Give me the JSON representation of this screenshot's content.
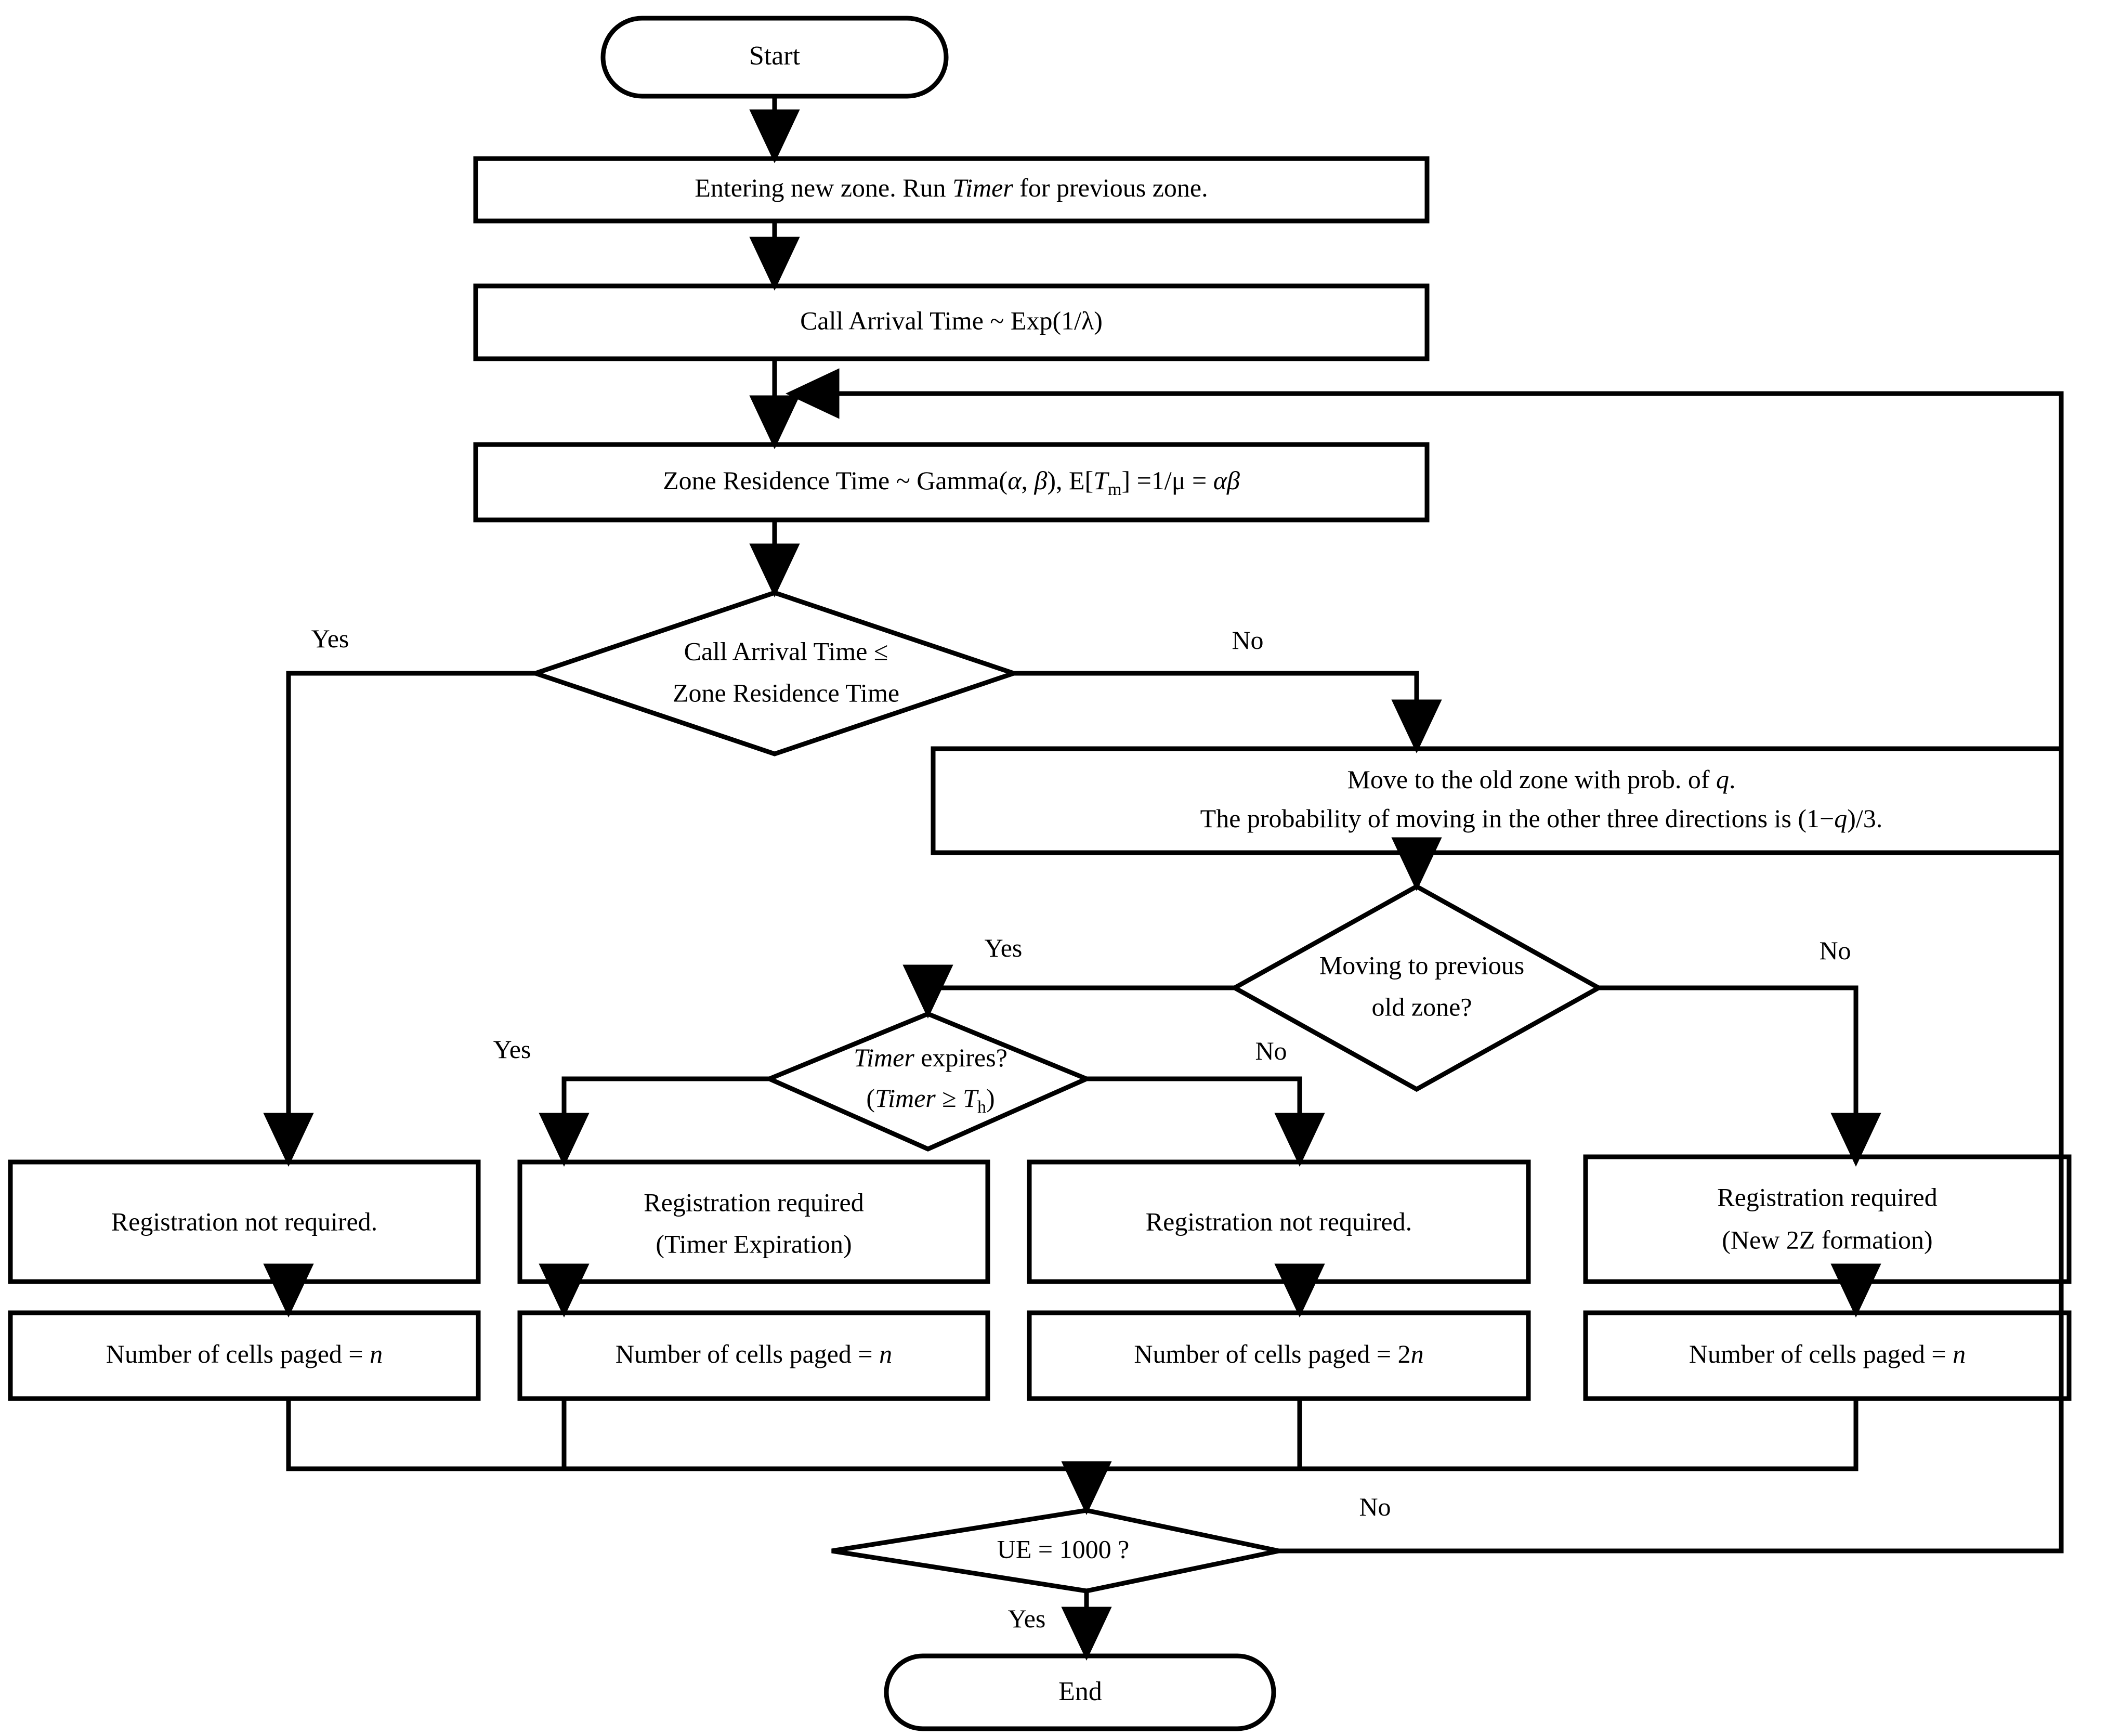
{
  "diagram": {
    "title": "UE mobility and registration simulation flowchart",
    "background_color": "#ffffff",
    "line_color": "#000000",
    "fill_color": "#ffffff"
  },
  "nodes": {
    "start": {
      "shape": "terminator",
      "label": "Start"
    },
    "enter_zone": {
      "shape": "process",
      "label_parts": [
        "Entering new zone. Run ",
        "Timer",
        " for previous zone."
      ]
    },
    "call_arrival": {
      "shape": "process",
      "label": "Call Arrival Time ~ Exp(1/λ)"
    },
    "zone_residence": {
      "shape": "process",
      "label_parts": [
        "Zone Residence Time ~ Gamma(",
        "α",
        ", ",
        "β",
        "), E[",
        "T",
        "m",
        "] =1/μ = ",
        "αβ"
      ]
    },
    "decision_call_vs_zone": {
      "shape": "decision",
      "line1": "Call Arrival Time ≤",
      "line2": "Zone Residence Time"
    },
    "move_old_zone": {
      "shape": "process",
      "line1_parts": [
        "Move to the old zone with prob. of ",
        "q",
        "."
      ],
      "line2_parts": [
        "The probability of moving in the other three directions is (1−",
        "q",
        ")/3."
      ]
    },
    "decision_moving_prev": {
      "shape": "decision",
      "line1": "Moving to previous",
      "line2": "old zone?"
    },
    "decision_timer": {
      "shape": "decision",
      "line1_parts": [
        "Timer",
        " expires?"
      ],
      "line2_parts": [
        "(",
        "Timer",
        " ≥ ",
        "T",
        "h",
        ")"
      ]
    },
    "res_not_required_left": {
      "shape": "process",
      "label": "Registration not required."
    },
    "res_required_timer": {
      "shape": "process",
      "line1": "Registration required",
      "line2": "(Timer Expiration)"
    },
    "res_not_required_mid": {
      "shape": "process",
      "label": "Registration not required."
    },
    "res_required_2z": {
      "shape": "process",
      "line1": "Registration required",
      "line2": "(New 2Z formation)"
    },
    "paged_1": {
      "shape": "process",
      "label_parts": [
        "Number of cells paged = ",
        "n"
      ]
    },
    "paged_2": {
      "shape": "process",
      "label_parts": [
        "Number of cells paged = ",
        "n"
      ]
    },
    "paged_3": {
      "shape": "process",
      "label_parts": [
        "Number of cells paged = 2",
        "n"
      ]
    },
    "paged_4": {
      "shape": "process",
      "label_parts": [
        "Number of cells paged = ",
        "n"
      ]
    },
    "decision_ue": {
      "shape": "decision",
      "label": "UE = 1000 ?"
    },
    "end": {
      "shape": "terminator",
      "label": "End"
    }
  },
  "edge_labels": {
    "call_vs_zone_yes": "Yes",
    "call_vs_zone_no": "No",
    "moving_prev_yes": "Yes",
    "moving_prev_no": "No",
    "timer_yes": "Yes",
    "timer_no": "No",
    "ue_yes": "Yes",
    "ue_no": "No"
  }
}
